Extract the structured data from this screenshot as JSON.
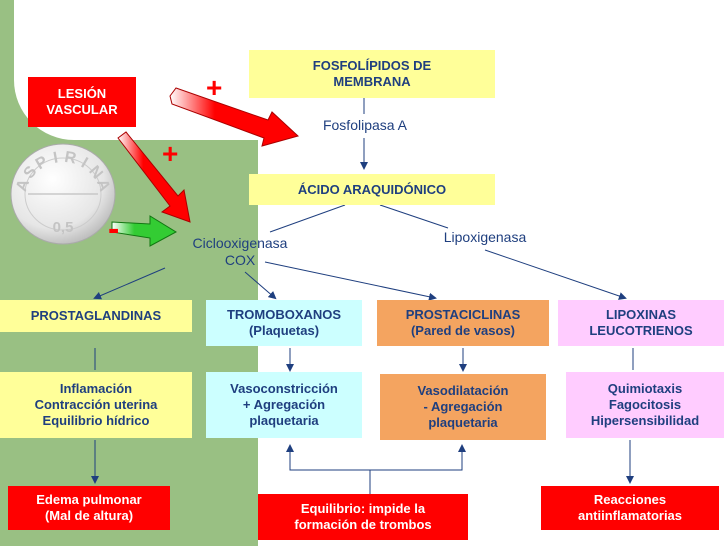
{
  "top": {
    "fosfolipidos": [
      "FOSFOLÍPIDOS DE",
      "MEMBRANA"
    ],
    "fosfolipasa": "Fosfolipasa A",
    "acido": "ÁCIDO ARAQUIDÓNICO",
    "lesion": [
      "LESIÓN",
      "VASCULAR"
    ],
    "plus1": "+",
    "plus2": "+",
    "minus": "-"
  },
  "pill": {
    "letters": [
      "A",
      "S",
      "P",
      "I",
      "R",
      "I",
      "N",
      "A"
    ],
    "dose": "0,5"
  },
  "enzymes": {
    "cox": [
      "Ciclooxigenasa",
      "COX"
    ],
    "lipox": "Lipoxigenasa"
  },
  "row1": {
    "prostaglandinas": "PROSTAGLANDINAS",
    "tromboxanos": [
      "TROMOBOXANOS",
      "(Plaquetas)"
    ],
    "prostaciclinas": [
      "PROSTACICLINAS",
      "(Pared de vasos)"
    ],
    "lipoxinas": [
      "LIPOXINAS",
      "LEUCOTRIENOS"
    ]
  },
  "row2": {
    "inflamacion": [
      "Inflamación",
      "Contracción uterina",
      "Equilibrio hídrico"
    ],
    "vasoconstriccion": [
      "Vasoconstricción",
      "+ Agregación",
      "plaquetaria"
    ],
    "vasodilatacion": [
      "Vasodilatación",
      "- Agregación",
      "plaquetaria"
    ],
    "quimiotaxis": [
      "Quimiotaxis",
      "Fagocitosis",
      "Hipersensibilidad"
    ]
  },
  "row3": {
    "edema": [
      "Edema pulmonar",
      "(Mal de altura)"
    ],
    "equilibrio": [
      "Equilibrio: impide la",
      "formación de trombos"
    ],
    "reacciones": [
      "Reacciones",
      "antiinflamatorias"
    ]
  },
  "colors": {
    "yellow": "#ffff99",
    "red": "#ff0000",
    "cyan": "#ccffff",
    "orange": "#f4a460",
    "pink": "#ffccff",
    "green_bg": "#99c083",
    "text_blue": "#1f3f7f"
  }
}
